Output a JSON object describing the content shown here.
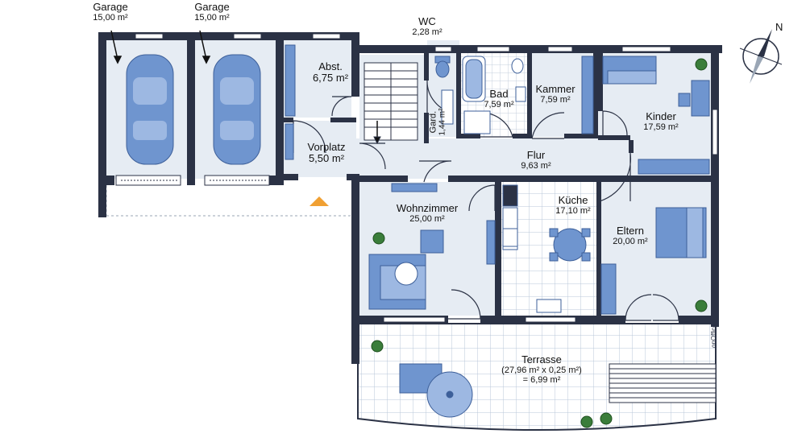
{
  "rooms": {
    "garage_left": {
      "name": "Garage",
      "area": "15,00 m²"
    },
    "garage_right": {
      "name": "Garage",
      "area": "15,00 m²"
    },
    "abst": {
      "name": "Abst.",
      "area": "6,75 m²"
    },
    "vorplatz": {
      "name": "Vorplatz",
      "area": "5,50 m²"
    },
    "wc": {
      "name": "WC",
      "area": "2,28 m²"
    },
    "gard": {
      "name": "Gard.",
      "area": "1,44 m²"
    },
    "bad": {
      "name": "Bad",
      "area": "7,59 m²"
    },
    "kammer": {
      "name": "Kammer",
      "area": "7,59 m²"
    },
    "kinder": {
      "name": "Kinder",
      "area": "17,59 m²"
    },
    "flur": {
      "name": "Flur",
      "area": "9,63 m²"
    },
    "wohnzimmer": {
      "name": "Wohnzimmer",
      "area": "25,00 m²"
    },
    "kueche": {
      "name": "Küche",
      "area": "17,10 m²"
    },
    "eltern": {
      "name": "Eltern",
      "area": "20,00 m²"
    },
    "terrasse": {
      "name": "Terrasse",
      "calc": "(27,96 m² x 0,25 m²)",
      "area": "= 6,99 m²"
    }
  },
  "compass": {
    "label": "N"
  },
  "watermark": "onOffice",
  "colors": {
    "wall": "#2b3245",
    "floor": "#e6ecf3",
    "furniture": "#6f95cf",
    "furniture_stroke": "#3d5f99",
    "tile_line": "#b9c7d8",
    "entrance_arrow": "#f0a033"
  }
}
